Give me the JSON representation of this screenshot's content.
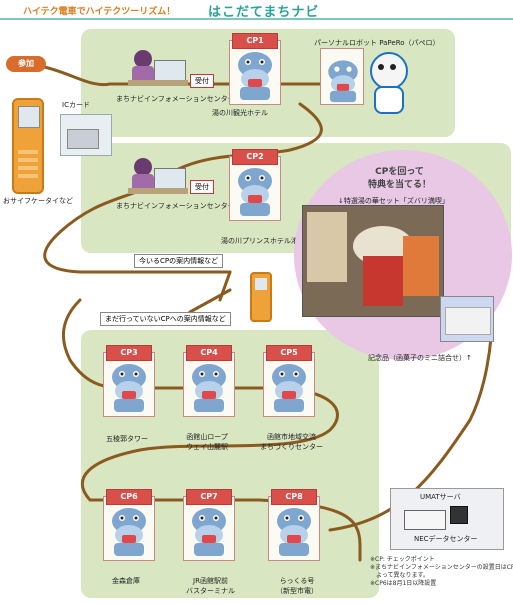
{
  "header": {
    "subtitle": "ハイテク電車でハイテクツーリズム！",
    "title": "はこだてまちナビ"
  },
  "start": {
    "label": "参加"
  },
  "ic_card": {
    "label": "ICカード"
  },
  "phone": {
    "label": "おサイフケータイなど"
  },
  "info_center_1": {
    "label": "まちナビインフォメーションセンター",
    "sign": "受付"
  },
  "info_center_2": {
    "label": "まちナビインフォメーションセンター",
    "sign": "受付"
  },
  "robot": {
    "label": "パーソナルロボット PaPeRo（パペロ）"
  },
  "prize_bubble": {
    "title": "CPを回って\n特典を当てる！",
    "item1": "↓特選湯の華セット「ズバリ満喫」",
    "item2": "記念品（函菓子のミニ詰合せ）↑"
  },
  "callouts": {
    "a": "今いるCPの案内情報など",
    "b": "まだ行っていないCPへの案内情報など"
  },
  "checkpoints": [
    {
      "tag": "CP1",
      "name": "湯の川観光ホテル"
    },
    {
      "tag": "CP2",
      "name": "湯の川プリンスホテル渚"
    },
    {
      "tag": "CP3",
      "name": "五稜郭タワー"
    },
    {
      "tag": "CP4",
      "name": "函館山ロープ\nウェイ山麓駅"
    },
    {
      "tag": "CP5",
      "name": "函館市地域交流\nまちづくりセンター"
    },
    {
      "tag": "CP6",
      "name": "金森倉庫"
    },
    {
      "tag": "CP7",
      "name": "JR函館駅前\nバスターミナル"
    },
    {
      "tag": "CP8",
      "name": "らっくる号\n（新型市電）"
    }
  ],
  "server": {
    "title": "UMATサーバ",
    "label": "NECデータセンター"
  },
  "notes": [
    "※CP: チェックポイント",
    "※まちナビインフォメーションセンターの設置日はCPに",
    "　よって異なります。",
    "※CP6は8月1日以降設置"
  ],
  "colors": {
    "panel": "#d9e6c2",
    "route": "#8a5a1f",
    "title": "#2aa39a",
    "accent": "#d9504b"
  }
}
